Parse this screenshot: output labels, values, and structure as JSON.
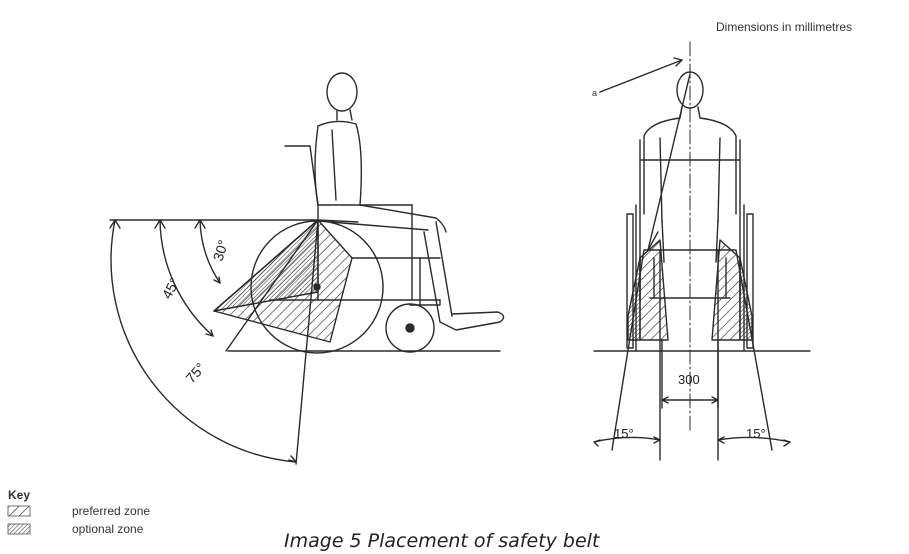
{
  "units_note": "Dimensions in millimetres",
  "angles": {
    "side_30": "30°",
    "side_45": "45°",
    "side_75": "75°",
    "front_left": "15°",
    "front_right": "15°"
  },
  "dimension_width": "300",
  "leader_label": "a",
  "key": {
    "title": "Key",
    "preferred": "preferred zone",
    "optional": "optional zone"
  },
  "caption": "Image 5 Placement of safety belt",
  "colors": {
    "line": "#2a2a2a",
    "hatch": "#333333"
  }
}
